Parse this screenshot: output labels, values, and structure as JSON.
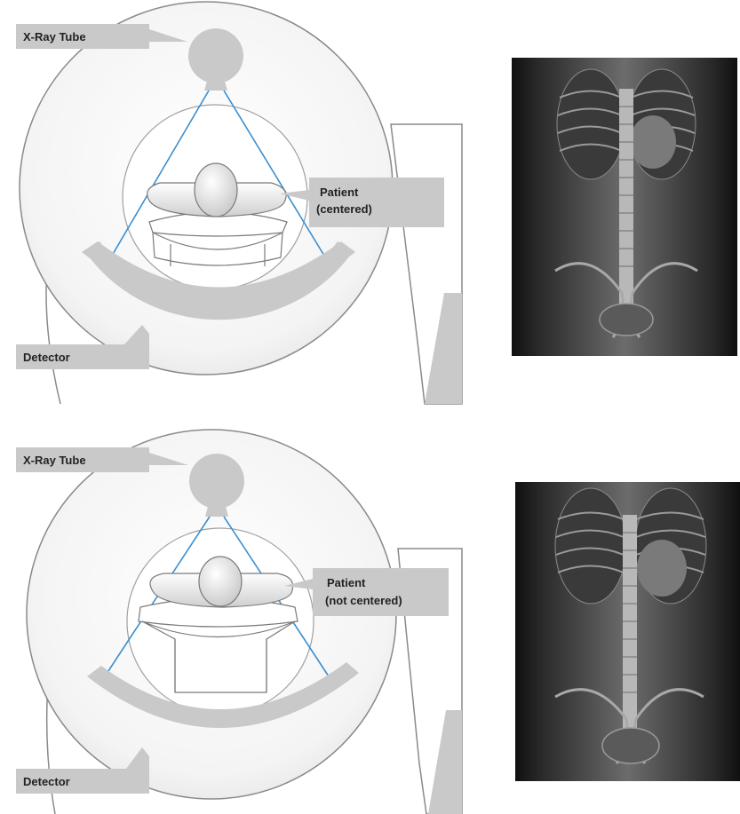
{
  "panels": [
    {
      "label_tube": "X-Ray Tube",
      "label_patient_line1": "Patient",
      "label_patient_line2": "(centered)",
      "label_detector": "Detector"
    },
    {
      "label_tube": "X-Ray Tube",
      "label_patient_line1": "Patient",
      "label_patient_line2": "(not centered)",
      "label_detector": "Detector"
    }
  ],
  "colors": {
    "beam": "#3b8fd0",
    "callout": "#c9c9c9",
    "gantry_stroke": "#8a8a8a"
  }
}
